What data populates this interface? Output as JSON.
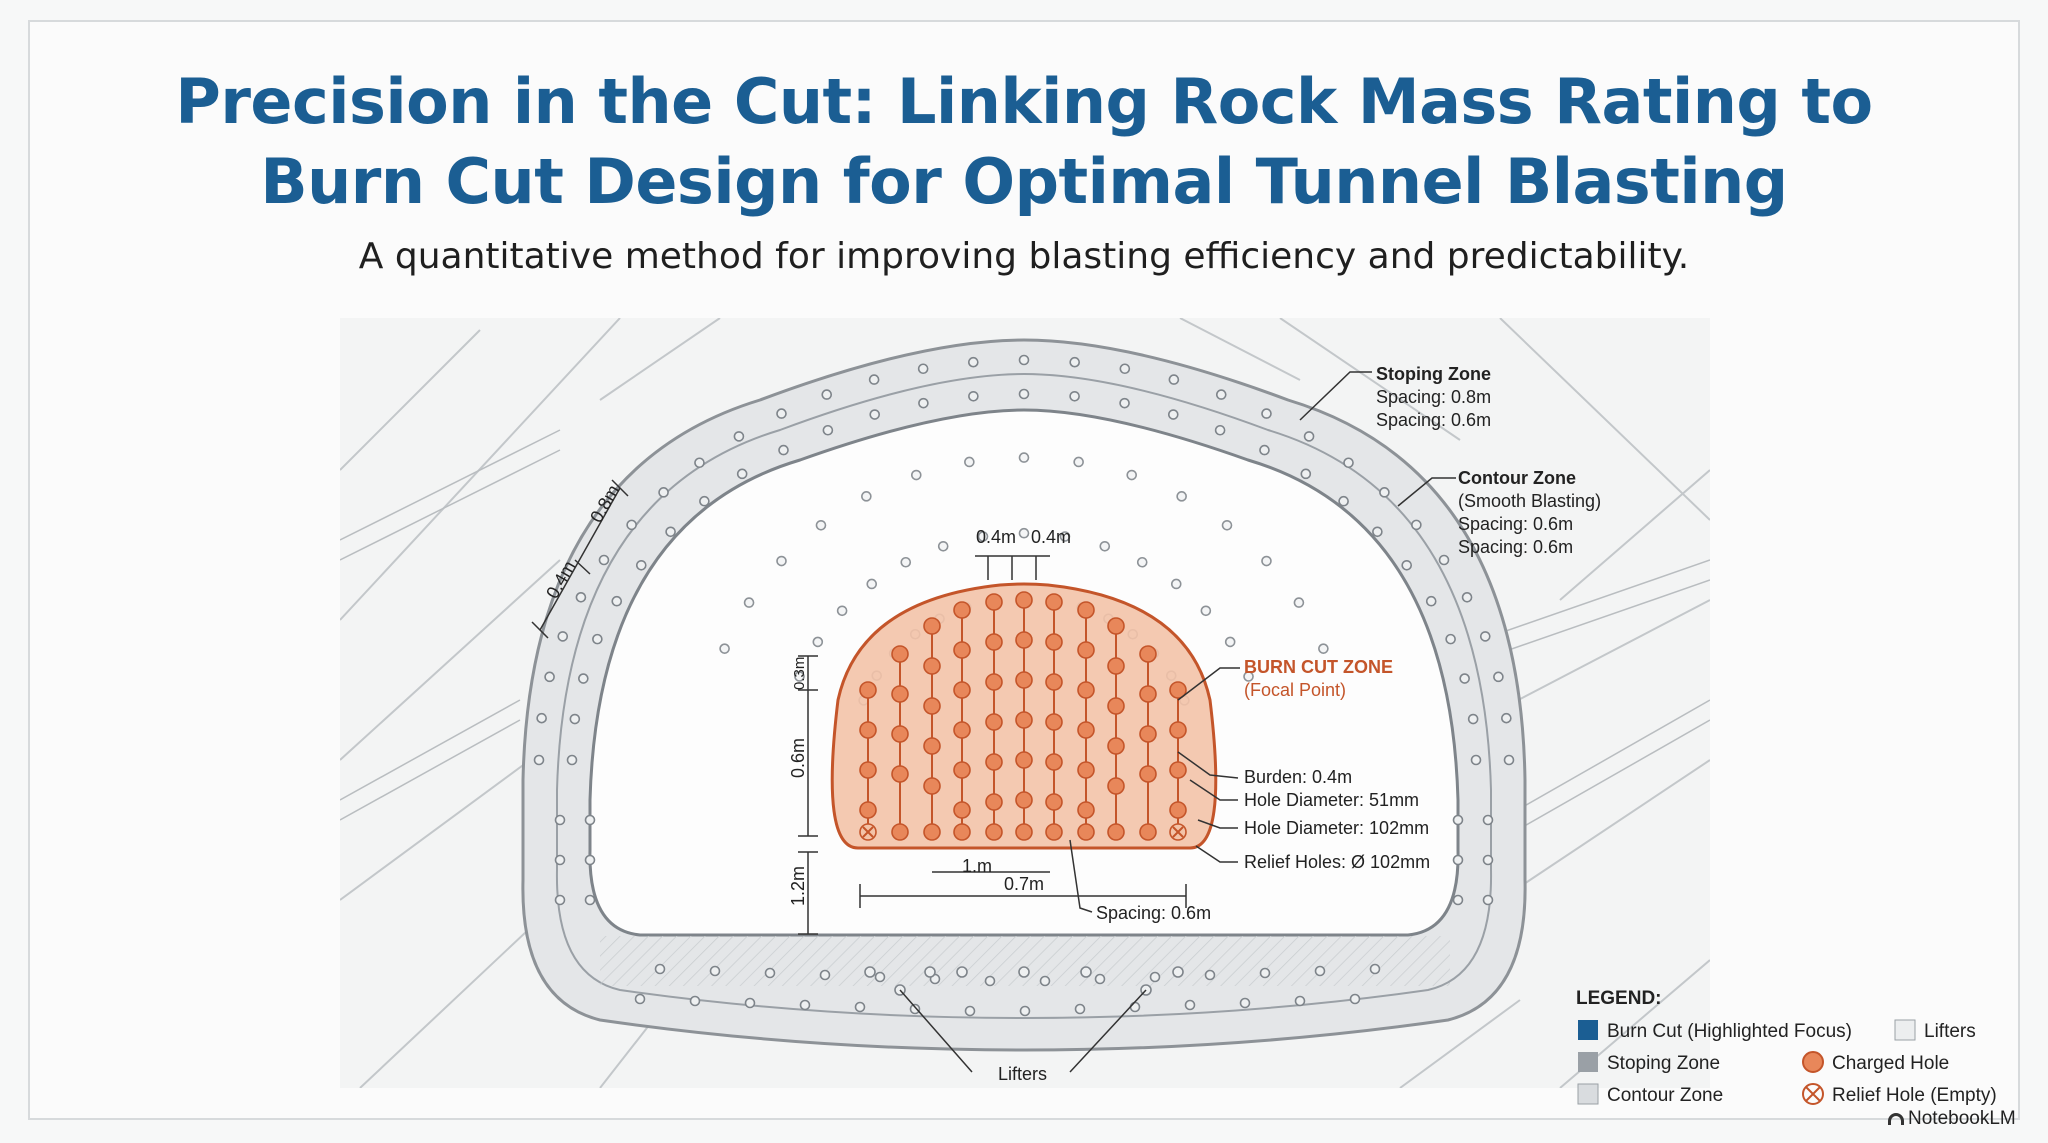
{
  "header": {
    "title_line1": "Precision in the Cut: Linking Rock Mass Rating to",
    "title_line2": "Burn Cut Design for Optimal Tunnel Blasting",
    "subtitle": "A quantitative method for improving blasting efficiency and predictability."
  },
  "callouts": {
    "stoping": {
      "title": "Stoping Zone",
      "line1": "Spacing: 0.8m",
      "line2": "Spacing: 0.6m"
    },
    "contour": {
      "title": "Contour Zone",
      "line1": "(Smooth Blasting)",
      "line2": "Spacing: 0.6m",
      "line3": "Spacing: 0.6m"
    },
    "burn_cut": {
      "title": "BURN CUT ZONE",
      "subtitle": "(Focal Point)"
    },
    "burden": "Burden: 0.4m",
    "hole_diameter_small": "Hole Diameter: 51mm",
    "hole_diameter_large": "Hole Diameter: 102mm",
    "relief_holes": "Relief Holes: Ø 102mm",
    "spacing": "Spacing: 0.6m",
    "lifters": "Lifters"
  },
  "dimensions": {
    "top_left": "0.4m",
    "top_right": "0.4m",
    "left_outer": "0.4m",
    "left_inner": "0.8m",
    "cut_top": "0.3m",
    "cut_height": "0.6m",
    "floor_height": "1.2m",
    "bottom_small": "1.m",
    "bottom_width": "0.7m"
  },
  "legend": {
    "heading": "LEGEND:",
    "items": [
      {
        "label": "Burn Cut (Highlighted Focus)",
        "color": "#1b5e93",
        "kind": "square"
      },
      {
        "label": "Lifters",
        "color": "#eceeef",
        "kind": "square"
      },
      {
        "label": "Stoping Zone",
        "color": "#9aa0a6",
        "kind": "square"
      },
      {
        "label": "Charged Hole",
        "color": "#e8875a",
        "kind": "circle"
      },
      {
        "label": "Contour Zone",
        "color": "#d9dcdf",
        "kind": "square"
      },
      {
        "label": "Relief Hole (Empty)",
        "color": "#c4552a",
        "kind": "cross-circle"
      }
    ]
  },
  "colors": {
    "title": "#1b5e93",
    "burn_cut_fill": "#f3c3a8",
    "burn_cut_stroke": "#c4552a",
    "ring_fill": "#e4e6e8",
    "ring_stroke": "#8d9297"
  },
  "brand": "NotebookLM"
}
